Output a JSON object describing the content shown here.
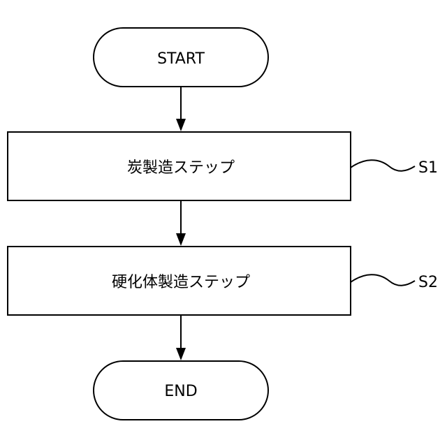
{
  "flowchart": {
    "start": {
      "label": "START"
    },
    "steps": [
      {
        "label": "炭製造ステップ",
        "ref": "S1"
      },
      {
        "label": "硬化体製造ステップ",
        "ref": "S2"
      }
    ],
    "end": {
      "label": "END"
    }
  }
}
